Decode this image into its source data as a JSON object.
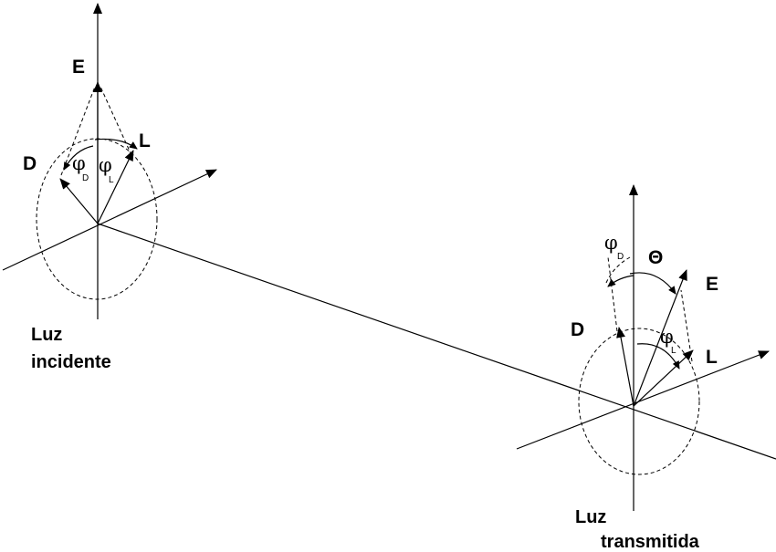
{
  "incident": {
    "E": "E",
    "D": "D",
    "L": "L",
    "phi_D": "φ",
    "phi_D_sub": "D",
    "phi_L": "φ",
    "phi_L_sub": "L",
    "caption_line1": "Luz",
    "caption_line2": "incidente"
  },
  "transmitted": {
    "E": "E",
    "D": "D",
    "L": "L",
    "phi_D": "φ",
    "phi_D_sub": "D",
    "phi_L": "φ",
    "phi_L_sub": "L",
    "theta": "Θ",
    "caption_line1": "Luz",
    "caption_line2": "transmitida"
  }
}
